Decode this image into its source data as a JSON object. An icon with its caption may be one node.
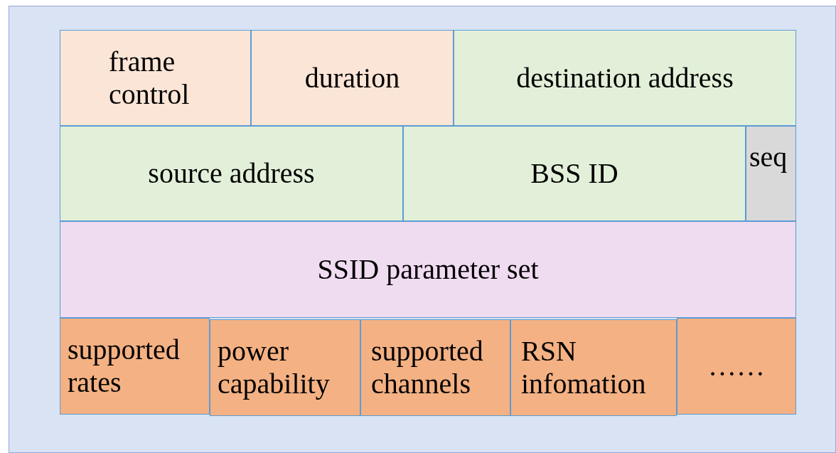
{
  "diagram": {
    "nodes": [
      {
        "text": [
          "frame control"
        ]
      },
      {
        "text": [
          "duration"
        ]
      },
      {
        "text": [
          "destination address"
        ]
      },
      {
        "text": [
          "source address"
        ]
      },
      {
        "text": [
          "BSS ID"
        ]
      },
      {
        "text": [
          "seq"
        ]
      },
      {
        "text": [
          "SSID parameter set"
        ]
      },
      {
        "text": [
          "supported rates"
        ]
      },
      {
        "text": [
          "power capability"
        ]
      },
      {
        "text": [
          "supported channels"
        ]
      },
      {
        "text": [
          "RSN infomation"
        ]
      },
      {
        "text": [
          "……"
        ]
      }
    ]
  }
}
